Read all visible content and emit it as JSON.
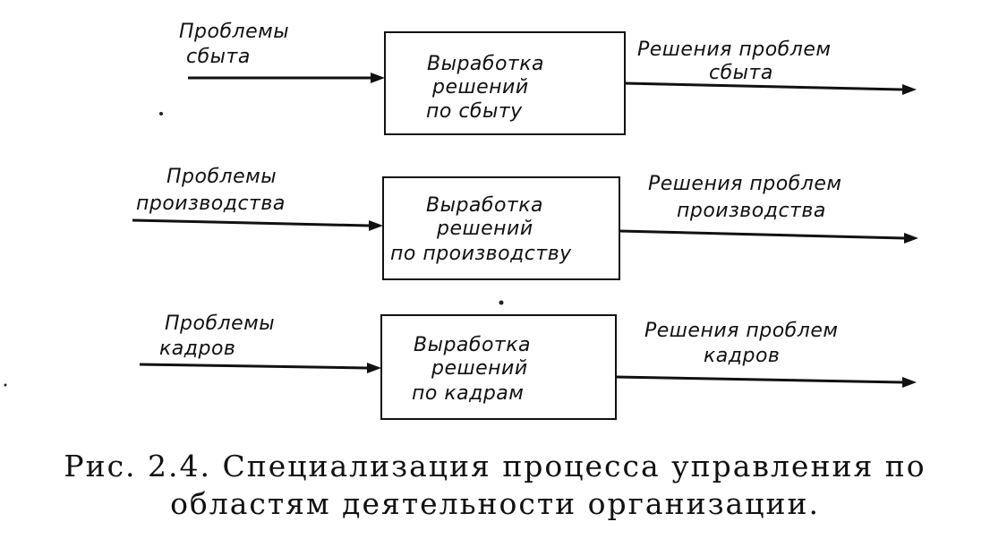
{
  "rows": [
    {
      "input": [
        "Проблемы",
        "сбыта"
      ],
      "process": [
        "Выработка",
        "решений",
        "по сбыту"
      ],
      "output": [
        "Решения  проблем",
        "сбыта"
      ]
    },
    {
      "input": [
        "Проблемы",
        "производства"
      ],
      "process": [
        "Выработка",
        "решений",
        "по производству"
      ],
      "output": [
        "Решения  проблем",
        "производства"
      ]
    },
    {
      "input": [
        "Проблемы",
        "кадров"
      ],
      "process": [
        "Выработка",
        "решений",
        "по кадрам"
      ],
      "output": [
        "Решения  проблем",
        "кадров"
      ]
    }
  ],
  "caption": {
    "line1": "Рис. 2.4. Специализация процесса управления по",
    "line2": "областям деятельности организации."
  }
}
